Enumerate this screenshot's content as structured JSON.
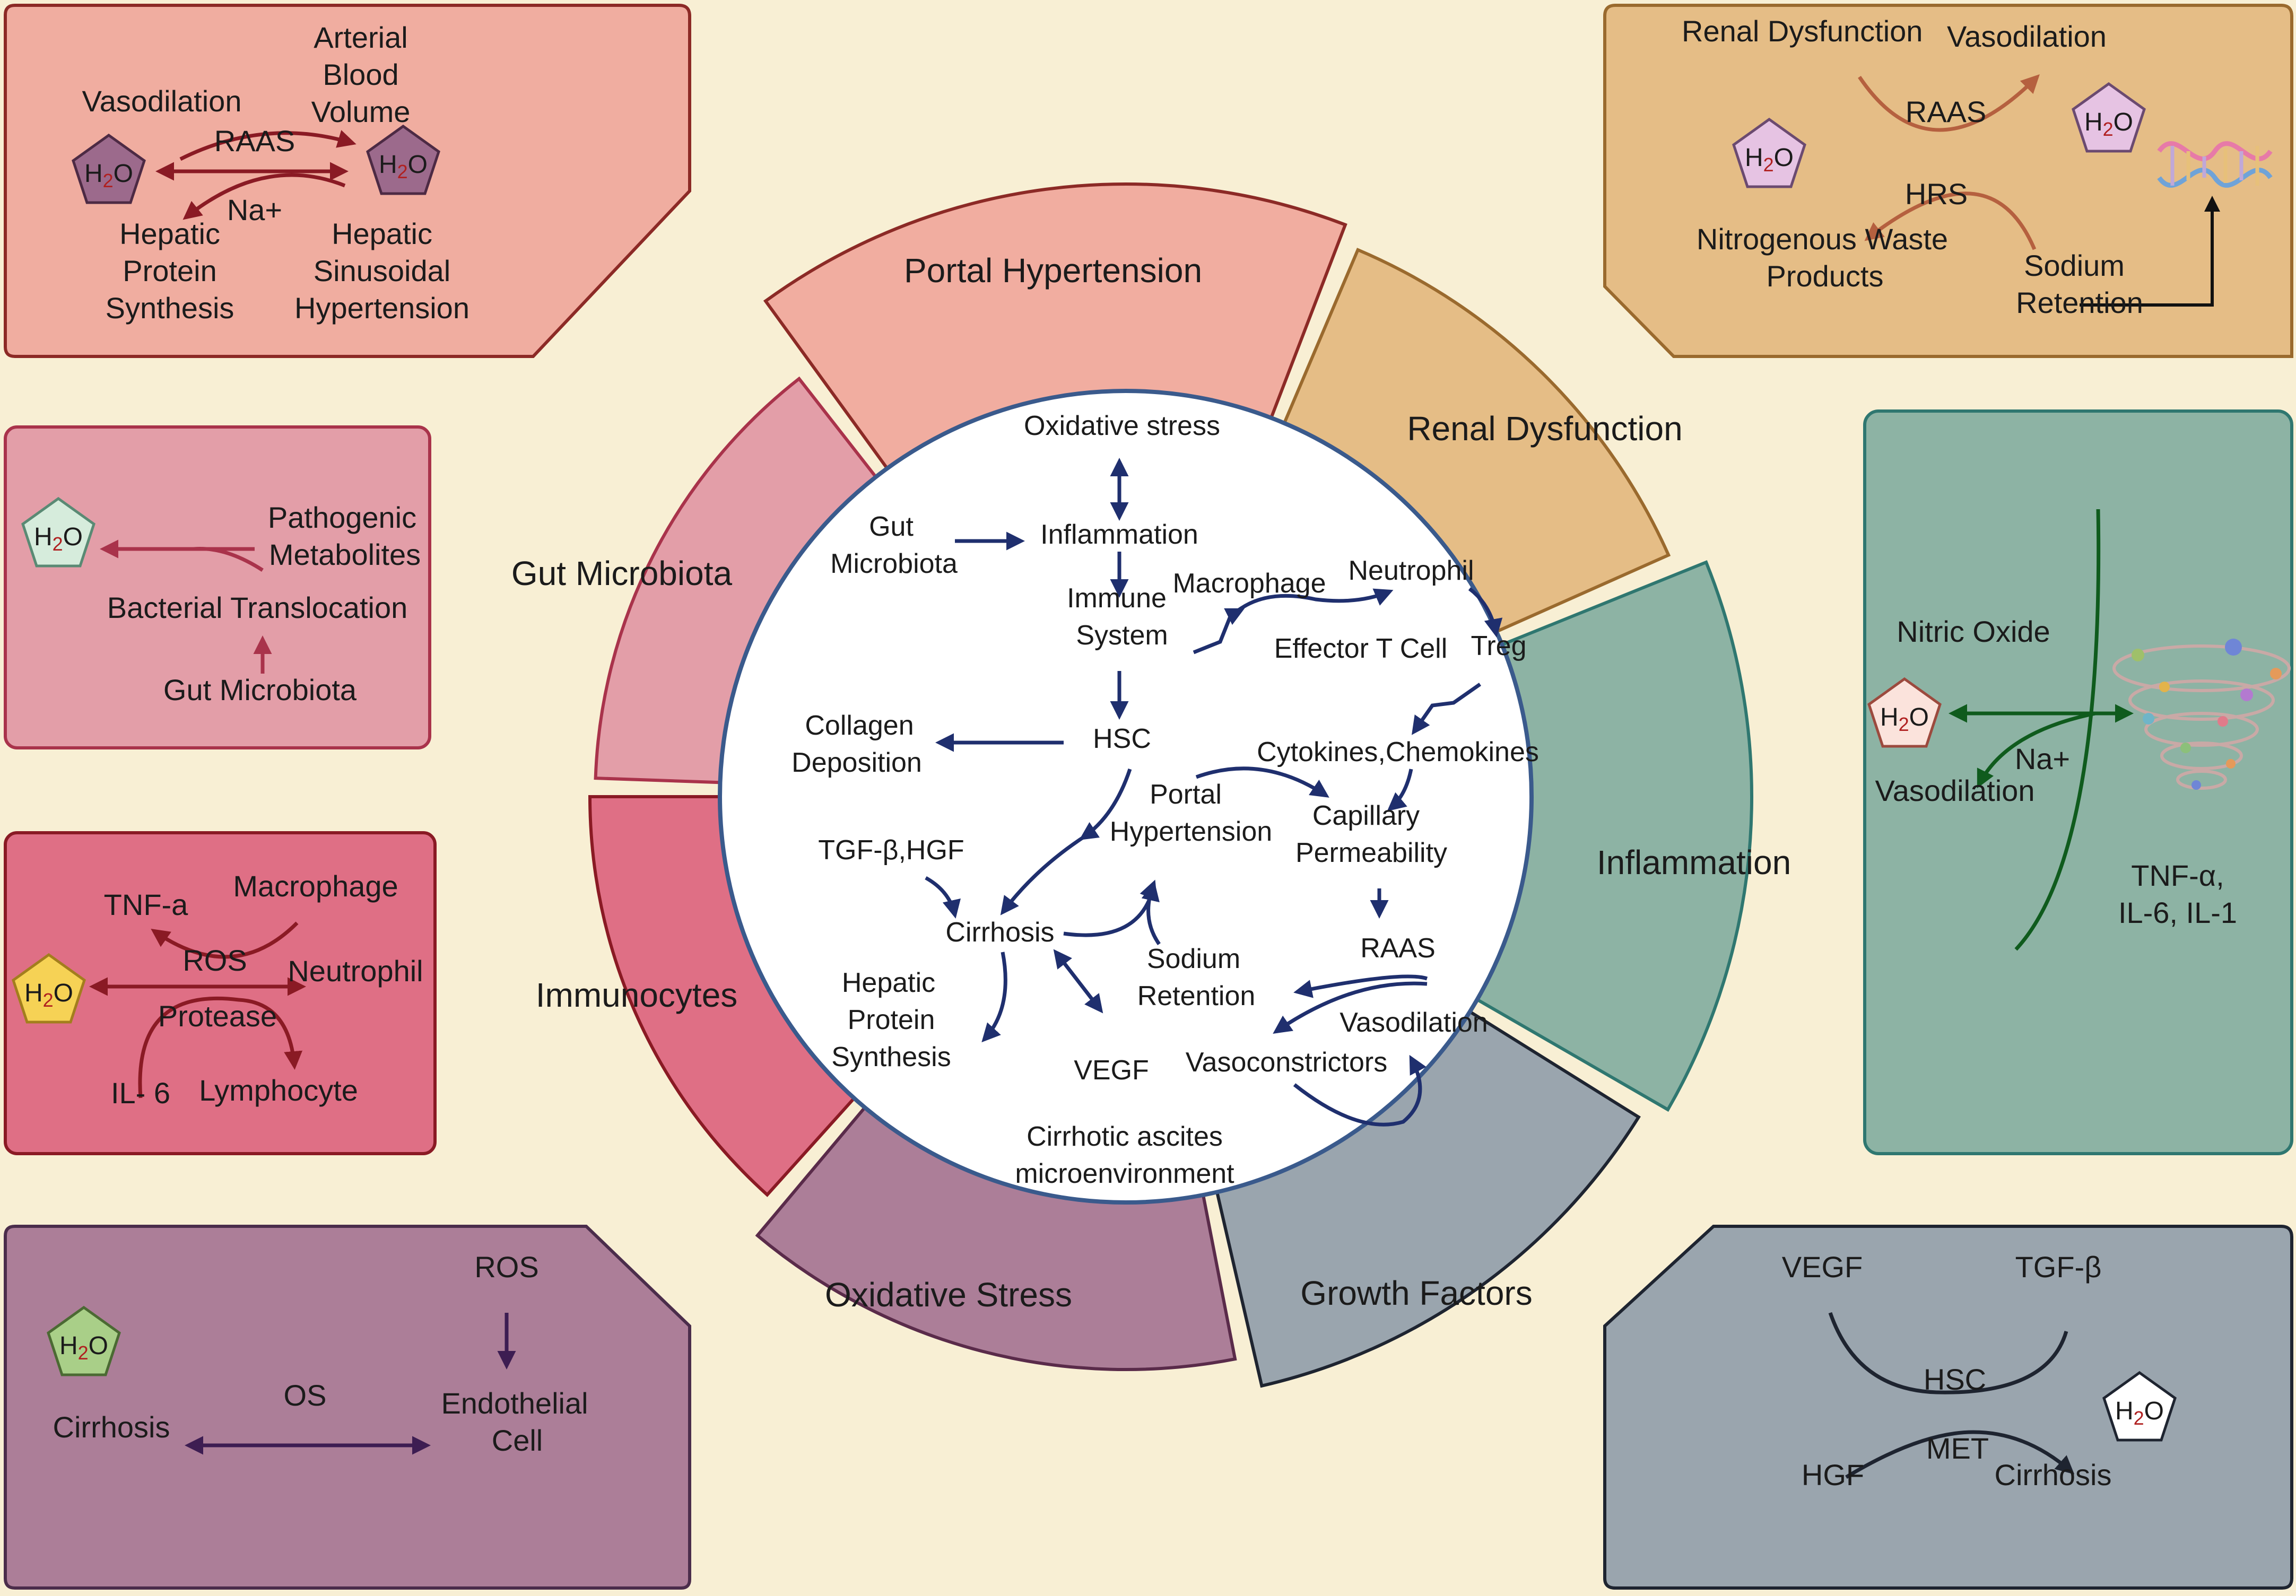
{
  "colors": {
    "background": "#f8efd4",
    "portal": "#f1ada0",
    "renal": "#e5bd86",
    "inflammation": "#8db3a4",
    "growth": "#9aa5ae",
    "oxidative": "#ac7e98",
    "immuno": "#df6f85",
    "gut": "#e39ea8",
    "center_arrow": "#1f2f6e"
  },
  "segments": {
    "portal": "Portal Hypertension",
    "renal": "Renal Dysfunction",
    "inflammation": "Inflammation",
    "growth": "Growth Factors",
    "oxidative": "Oxidative Stress",
    "immuno": "Immunocytes",
    "gut": "Gut Microbiota"
  },
  "water_label": "H2O",
  "icons": {
    "water": "water-pentagon-icon",
    "dna": "dna-icon",
    "cytokine_spiral": "cytokine-spiral-icon"
  },
  "panels": {
    "portal": {
      "vasodilation": "Vasodilation",
      "arterial": [
        "Arterial",
        "Blood",
        "Volume"
      ],
      "raas": "RAAS",
      "na": "Na+",
      "hepatic_protein": [
        "Hepatic",
        "Protein",
        "Synthesis"
      ],
      "hepatic_sinusoidal": [
        "Hepatic",
        "Sinusoidal",
        "Hypertension"
      ]
    },
    "renal": {
      "renal_dysfunction": "Renal Dysfunction",
      "vasodilation": "Vasodilation",
      "raas": "RAAS",
      "hrs": "HRS",
      "nitrogenous": [
        "Nitrogenous Waste",
        "Products"
      ],
      "sodium": [
        "Sodium",
        "Retention"
      ]
    },
    "gut": {
      "pathogenic": [
        "Pathogenic",
        "Metabolites"
      ],
      "bacterial": "Bacterial Translocation",
      "gut_microbiota": "Gut Microbiota"
    },
    "immuno": {
      "tnf": "TNF-a",
      "macrophage": "Macrophage",
      "ros": "ROS",
      "neutrophil": "Neutrophil",
      "protease": "Protease",
      "il6": "IL- 6",
      "lymphocyte": "Lymphocyte"
    },
    "inflammation": {
      "nitric_oxide": "Nitric Oxide",
      "na": "Na+",
      "vasodilation": "Vasodilation",
      "cytokines": [
        "TNF-α,",
        "IL-6, IL-1"
      ]
    },
    "oxidative": {
      "ros": "ROS",
      "os": "OS",
      "cirrhosis": "Cirrhosis",
      "endothelial": [
        "Endothelial",
        "Cell"
      ]
    },
    "growth": {
      "vegf": "VEGF",
      "tgf": "TGF-β",
      "hsc": "HSC",
      "hgf": "HGF",
      "met": "MET",
      "cirrhosis": "Cirrhosis"
    }
  },
  "center": {
    "oxidative_stress": "Oxidative stress",
    "gut_microbiota": [
      "Gut",
      "Microbiota"
    ],
    "inflammation": "Inflammation",
    "immune_system": [
      "Immune",
      "System"
    ],
    "macrophage": "Macrophage",
    "neutrophil": "Neutrophil",
    "effector_t": "Effector T Cell",
    "treg": "Treg",
    "collagen": [
      "Collagen",
      "Deposition"
    ],
    "hsc": "HSC",
    "cytokines": "Cytokines,Chemokines",
    "portal": [
      "Portal",
      "Hypertension"
    ],
    "capillary": [
      "Capillary",
      "Permeability"
    ],
    "tgf_hgf": "TGF-β,HGF",
    "cirrhosis": "Cirrhosis",
    "raas": "RAAS",
    "sodium": [
      "Sodium",
      "Retention"
    ],
    "hepatic": [
      "Hepatic",
      "Protein",
      "Synthesis"
    ],
    "vasodilation": "Vasodilation",
    "vegf": "VEGF",
    "vasoconstrictors": "Vasoconstrictors",
    "caption": [
      "Cirrhotic ascites",
      "microenvironment"
    ]
  }
}
